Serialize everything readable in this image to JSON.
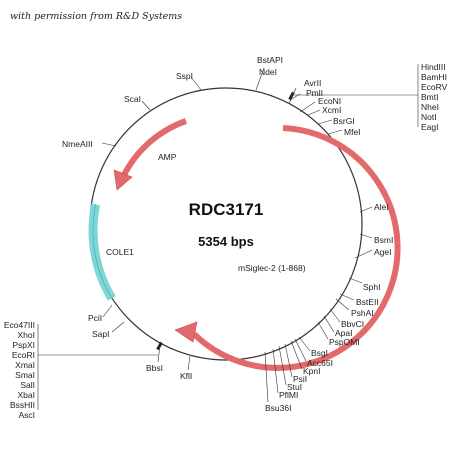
{
  "credit": "with permission from R&D Systems",
  "plasmid": {
    "name": "RDC3171",
    "size": "5354 bps"
  },
  "features": {
    "amp": "AMP",
    "cole1": "COLE1",
    "insert": "mSiglec-2 (1-868)"
  },
  "colors": {
    "arrow": "#e36a6a",
    "cole1": "#7fd6d6",
    "backbone": "#333333"
  },
  "sites": {
    "sspi": "SspI",
    "bstapi": "BstAPI",
    "ndei": "NdeI",
    "avrii": "AvrII",
    "pmli": "PmlI",
    "econi": "EcoNI",
    "xcmi": "XcmI",
    "bsrgi": "BsrGI",
    "mfei": "MfeI",
    "scai": "ScaI",
    "nmeaiii": "NmeAIII",
    "alei": "AleI",
    "bsmi": "BsmI",
    "agei": "AgeI",
    "sphi": "SphI",
    "bsteii": "BstEII",
    "pshai": "PshAI",
    "bbvci": "BbvCI",
    "apai": "ApaI",
    "psp": "PspOMI",
    "bsgi": "BsgI",
    "acc65i": "Acc65I",
    "kpni": "KpnI",
    "psii": "PsiI",
    "stui": "StuI",
    "pflmi": "PflMI",
    "bsu36i": "Bsu36I",
    "kfli": "KflI",
    "bbsi": "BbsI",
    "sapi": "SapI",
    "pcii": "PciI"
  },
  "mcs_right": [
    "HindIII",
    "BamHI",
    "EcoRV",
    "BmtI",
    "NheI",
    "NotI",
    "EagI"
  ],
  "mcs_left": [
    "Eco47III",
    "XhoI",
    "PspXI",
    "EcoRI",
    "XmaI",
    "SmaI",
    "SalI",
    "XbaI",
    "BssHII",
    "AscI"
  ]
}
